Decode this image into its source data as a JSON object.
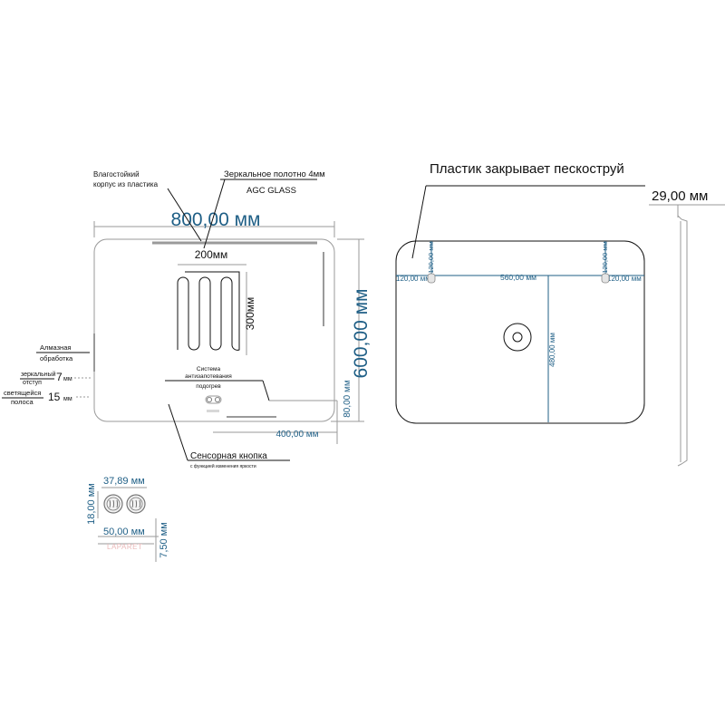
{
  "front_view": {
    "housing_label_1": "Влагостойкий",
    "housing_label_2": "корпус из пластика",
    "mirror_label": "Зеркальное  полотно 4мм",
    "glass_label": "AGC GLASS",
    "width_dim": "800,00 мм",
    "height_dim": "600,00 мм",
    "heater_width": "200мм",
    "heater_height": "300мм",
    "antifog_1": "Система",
    "antifog_2": "антизапотевания",
    "antifog_3": "подогрев",
    "diamond_1": "Алмазная",
    "diamond_2": "обработка",
    "mirror_offset_1": "зеркальный",
    "mirror_offset_2": "отступ",
    "mirror_offset_val": "7",
    "mirror_offset_unit": "мм",
    "strip_1": "светящейся",
    "strip_2": "полоса",
    "strip_val": "15",
    "strip_unit": "мм",
    "sensor_dim_v": "80,00 мм",
    "sensor_dim_h": "400,00 мм",
    "sensor_label": "Сенсорная кнопка",
    "sensor_sub": "с функцией изменения яркости"
  },
  "button_detail": {
    "width_dim": "37,89 мм",
    "height_dim": "18,00 мм",
    "total_width": "50,00 мм",
    "depth_dim": "7,50 мм",
    "brand": "LAPARET"
  },
  "back_view": {
    "plastic_label": "Пластик закрывает пескоструй",
    "mount_dims": [
      "120,00 мм",
      "120,00 мм",
      "120,00 мм",
      "120,00 мм"
    ],
    "hole_spacing": "560,00 мм",
    "vertical_dim": "480,00 мм"
  },
  "side_view": {
    "depth_dim": "29,00 мм"
  }
}
